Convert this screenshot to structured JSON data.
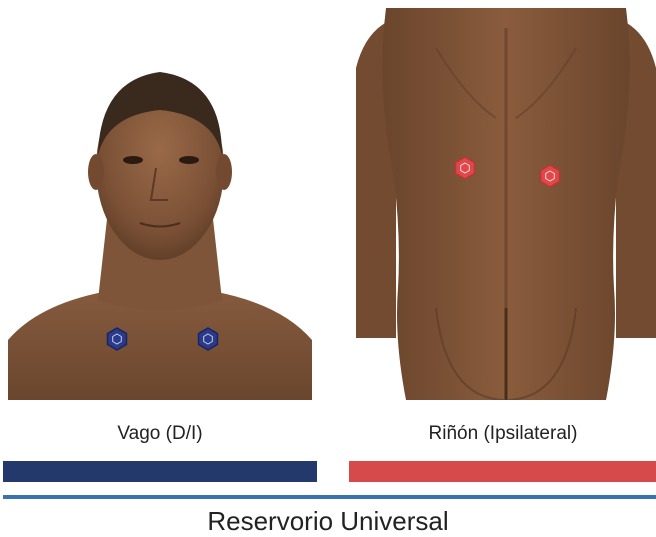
{
  "left": {
    "caption": "Vago (D/I)",
    "bar_color": "#24396b",
    "marker_color": "#2b3a8a",
    "marker_icon": "hexagon-point-icon",
    "image_subject": "front-head-neck"
  },
  "right": {
    "caption": "Riñón (Ipsilateral)",
    "bar_color": "#d64a4b",
    "marker_color": "#e0474a",
    "marker_icon": "hexagon-point-icon",
    "image_subject": "back-torso"
  },
  "divider_color": "#3a72b0",
  "footer": {
    "title": "Reservorio Universal"
  }
}
